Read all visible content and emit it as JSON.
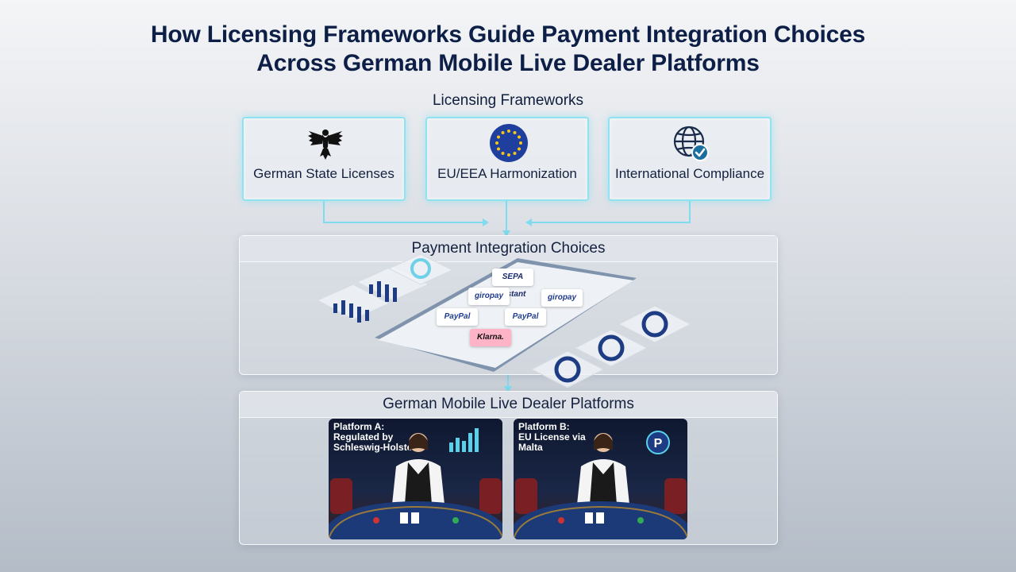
{
  "title": "How Licensing Frameworks Guide Payment Integration Choices Across German Mobile Live Dealer Platforms",
  "sections": {
    "licensing": "Licensing Frameworks",
    "payment": "Payment Integration Choices",
    "platforms": "German Mobile Live Dealer Platforms"
  },
  "frameworks": [
    {
      "label": "German State Licenses",
      "icon": "eagle-icon"
    },
    {
      "label": "EU/EEA Harmonization",
      "icon": "eu-flag-icon"
    },
    {
      "label": "International Compliance",
      "icon": "globe-check-icon"
    }
  ],
  "payment_methods": [
    {
      "label": "SEPA Instant",
      "color": "#1b2b6b"
    },
    {
      "label": "giropay",
      "color": "#1f3b8f"
    },
    {
      "label": "giropay",
      "color": "#1f3b8f"
    },
    {
      "label": "PayPal",
      "color": "#1e3d8f"
    },
    {
      "label": "PayPal",
      "color": "#1e3d8f"
    },
    {
      "label": "Klarna.",
      "color": "#ffb3c7"
    }
  ],
  "platforms": [
    {
      "title": "Platform A:\nRegulated by\nSchleswig-Holstein",
      "badge_icon": "bar-chart-icon"
    },
    {
      "title": "Platform B:\nEU License via\nMalta",
      "badge_icon": "p-badge-icon"
    }
  ],
  "colors": {
    "accent_glow": "#8fe3f0",
    "navy": "#0d1f47",
    "arrow": "#7fdbee"
  }
}
